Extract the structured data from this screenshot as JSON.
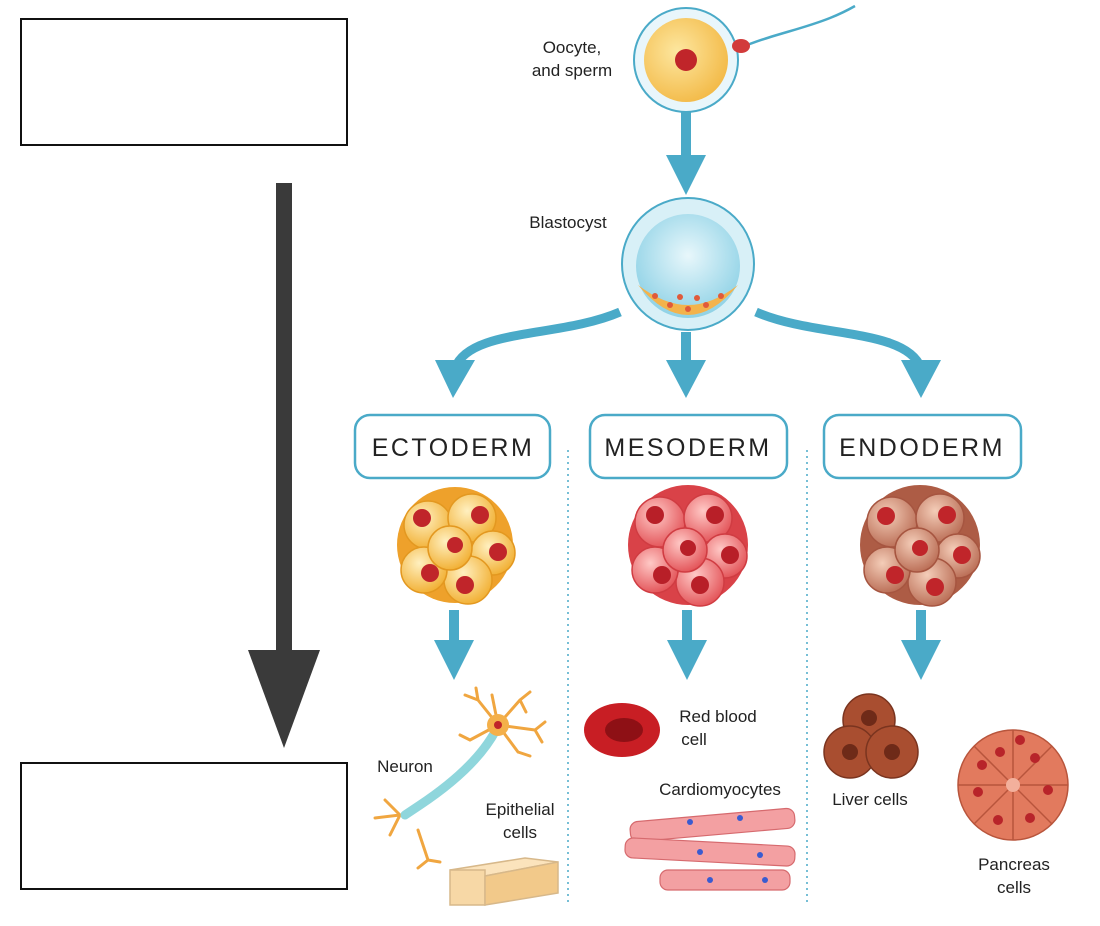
{
  "answer_boxes": {
    "top": {
      "value": ""
    },
    "bottom": {
      "value": ""
    }
  },
  "stages": {
    "zygote": {
      "line1": "Oocyte,",
      "line2": "and sperm"
    },
    "blastocyst": {
      "label": "Blastocyst"
    }
  },
  "germ_layers": [
    {
      "name": "ECTODERM",
      "color": "#f5b840",
      "cells": [
        {
          "line1": "Neuron",
          "line2": ""
        },
        {
          "line1": "Epithelial",
          "line2": "cells"
        }
      ]
    },
    {
      "name": "MESODERM",
      "color": "#e8555a",
      "cells": [
        {
          "line1": "Red blood",
          "line2": "cell"
        },
        {
          "line1": "Cardiomyocytes",
          "line2": ""
        }
      ]
    },
    {
      "name": "ENDODERM",
      "color": "#c9806a",
      "cells": [
        {
          "line1": "Liver cells",
          "line2": ""
        },
        {
          "line1": "Pancreas",
          "line2": "cells"
        }
      ]
    }
  ],
  "colors": {
    "arrow": "#3a3a3a",
    "flow_arrow": "#4aaac8",
    "box_border": "#4aaac8"
  }
}
